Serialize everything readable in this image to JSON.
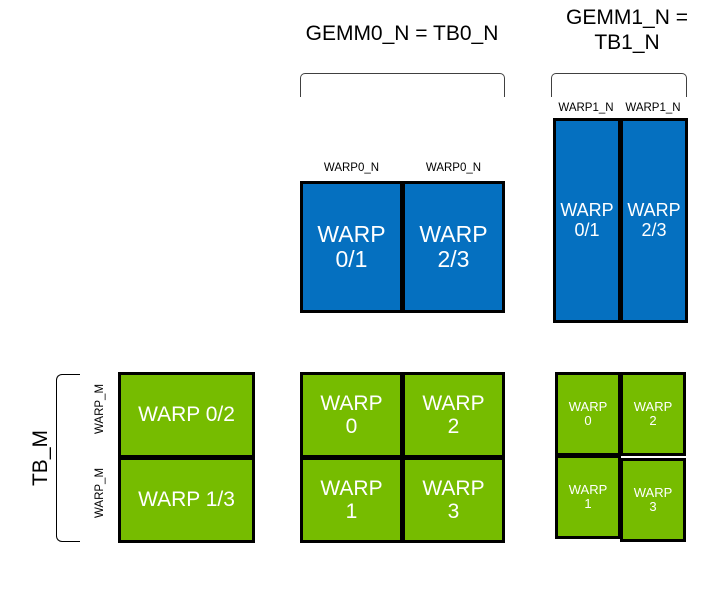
{
  "diagram": {
    "title_gemm0": "GEMM0_N = TB0_N",
    "title_gemm1": "GEMM1_N =\nTB1_N",
    "label_tb_m": "TB_M",
    "label_warp_m": "WARP_M",
    "label_warp0_n": "WARP0_N",
    "label_warp1_n": "WARP1_N",
    "colors": {
      "blue": "#0570C0",
      "green": "#76BC00",
      "outline": "#000000",
      "text": "#ffffff",
      "bracket": "#404040"
    }
  },
  "gemm0_blue_row": {
    "top_labels": [
      "WARP0_N",
      "WARP0_N"
    ],
    "cells": [
      {
        "text": "WARP\n0/1"
      },
      {
        "text": "WARP\n2/3"
      }
    ]
  },
  "gemm1_blue_row": {
    "top_labels": [
      "WARP1_N",
      "WARP1_N"
    ],
    "cells": [
      {
        "text": "WARP\n0/1"
      },
      {
        "text": "WARP\n2/3"
      }
    ]
  },
  "left_green_column": {
    "side_labels": [
      "WARP_M",
      "WARP_M"
    ],
    "cells": [
      {
        "text": "WARP 0/2"
      },
      {
        "text": "WARP 1/3"
      }
    ]
  },
  "middle_green_grid": {
    "cells": [
      {
        "text": "WARP\n0"
      },
      {
        "text": "WARP\n2"
      },
      {
        "text": "WARP\n1"
      },
      {
        "text": "WARP\n3"
      }
    ]
  },
  "right_green_grid": {
    "cells": [
      {
        "text": "WARP\n0"
      },
      {
        "text": "WARP\n2"
      },
      {
        "text": "WARP\n1"
      },
      {
        "text": "WARP\n3"
      }
    ]
  }
}
